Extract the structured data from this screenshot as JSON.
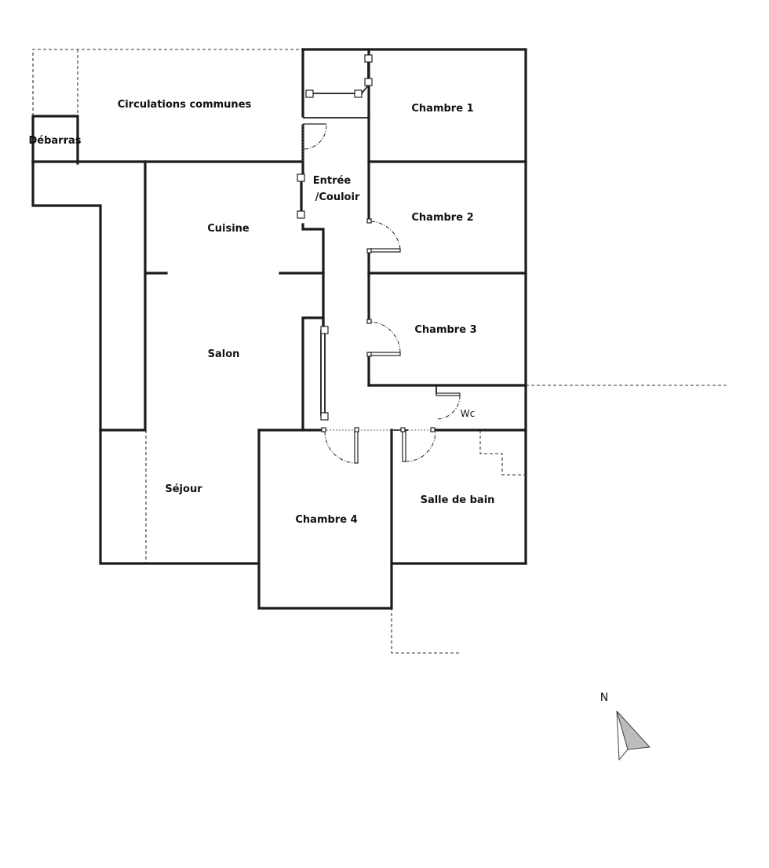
{
  "rooms": {
    "circulations": "Circulations communes",
    "debarras": "Débarras",
    "entree_line1": "Entrée",
    "entree_line2": "/Couloir",
    "chambre1": "Chambre 1",
    "chambre2": "Chambre 2",
    "chambre3": "Chambre 3",
    "chambre4": "Chambre 4",
    "cuisine": "Cuisine",
    "salon": "Salon",
    "sejour": "Séjour",
    "wc": "Wc",
    "salle_de_bain": "Salle de bain"
  },
  "compass": {
    "letter": "N"
  }
}
